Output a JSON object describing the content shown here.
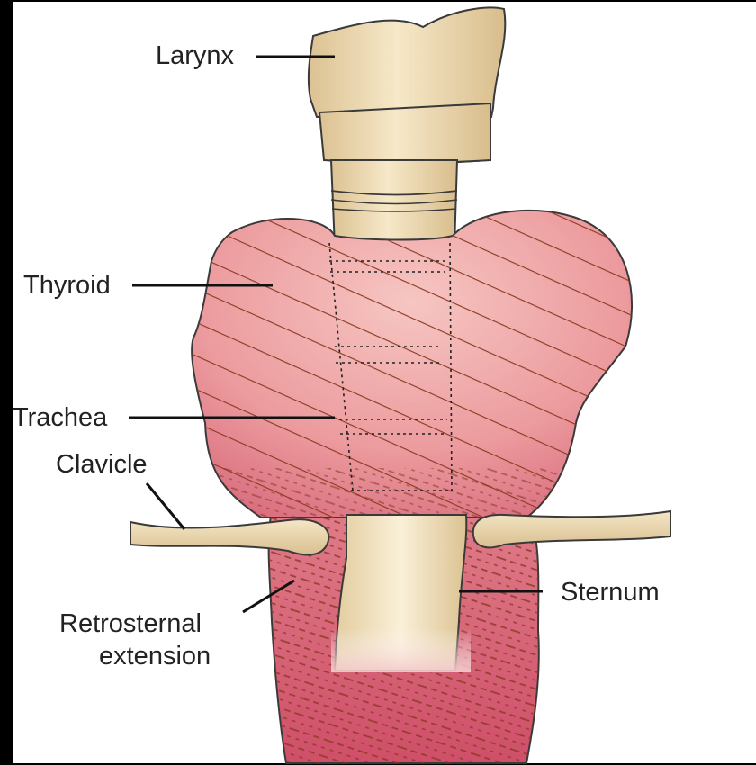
{
  "labels": {
    "larynx": "Larynx",
    "thyroid": "Thyroid",
    "trachea": "Trachea",
    "clavicle": "Clavicle",
    "retrosternal_line1": "Retrosternal",
    "retrosternal_line2": "extension",
    "sternum": "Sternum"
  },
  "colors": {
    "background": "#000000",
    "panel": "#ffffff",
    "bone": "#eedcb6",
    "bone_outline": "#3a3a3a",
    "thyroid_light": "#f2b7b4",
    "thyroid_dark": "#cf5a6e",
    "hatch": "#8b3a22"
  }
}
